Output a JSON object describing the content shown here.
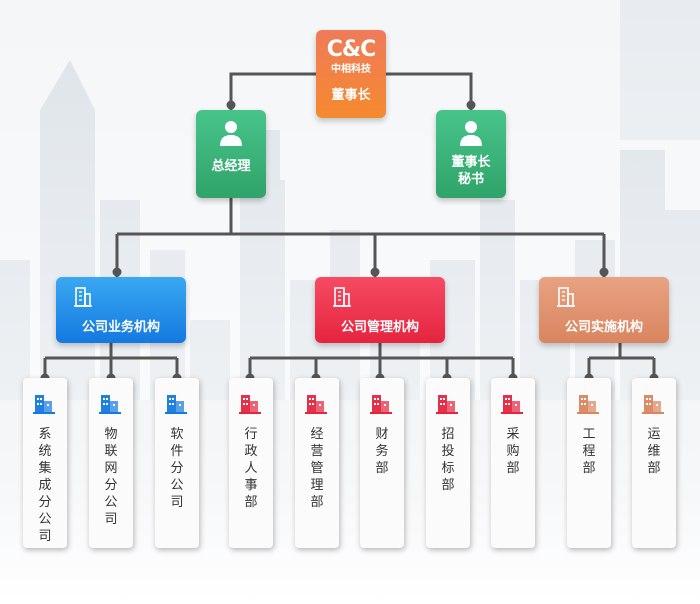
{
  "chairman": {
    "logo": "C&C",
    "logo_sub": "中相科技",
    "title": "董事长"
  },
  "gm": {
    "title": "总经理"
  },
  "secretary": {
    "title_line1": "董事长",
    "title_line2": "秘书"
  },
  "departments": [
    {
      "title": "公司业务机构",
      "color_top": "#3aa8f2",
      "color_bottom": "#1479e0",
      "units": [
        "系统集成分公司",
        "物联网分公司",
        "软件分公司"
      ]
    },
    {
      "title": "公司管理机构",
      "color_top": "#f64b63",
      "color_bottom": "#e5243e",
      "units": [
        "行政人事部",
        "经营管理部",
        "财务部",
        "招投标部",
        "采购部"
      ]
    },
    {
      "title": "公司实施机构",
      "color_top": "#e8a282",
      "color_bottom": "#d9855f",
      "units": [
        "工程部",
        "运维部"
      ]
    }
  ]
}
